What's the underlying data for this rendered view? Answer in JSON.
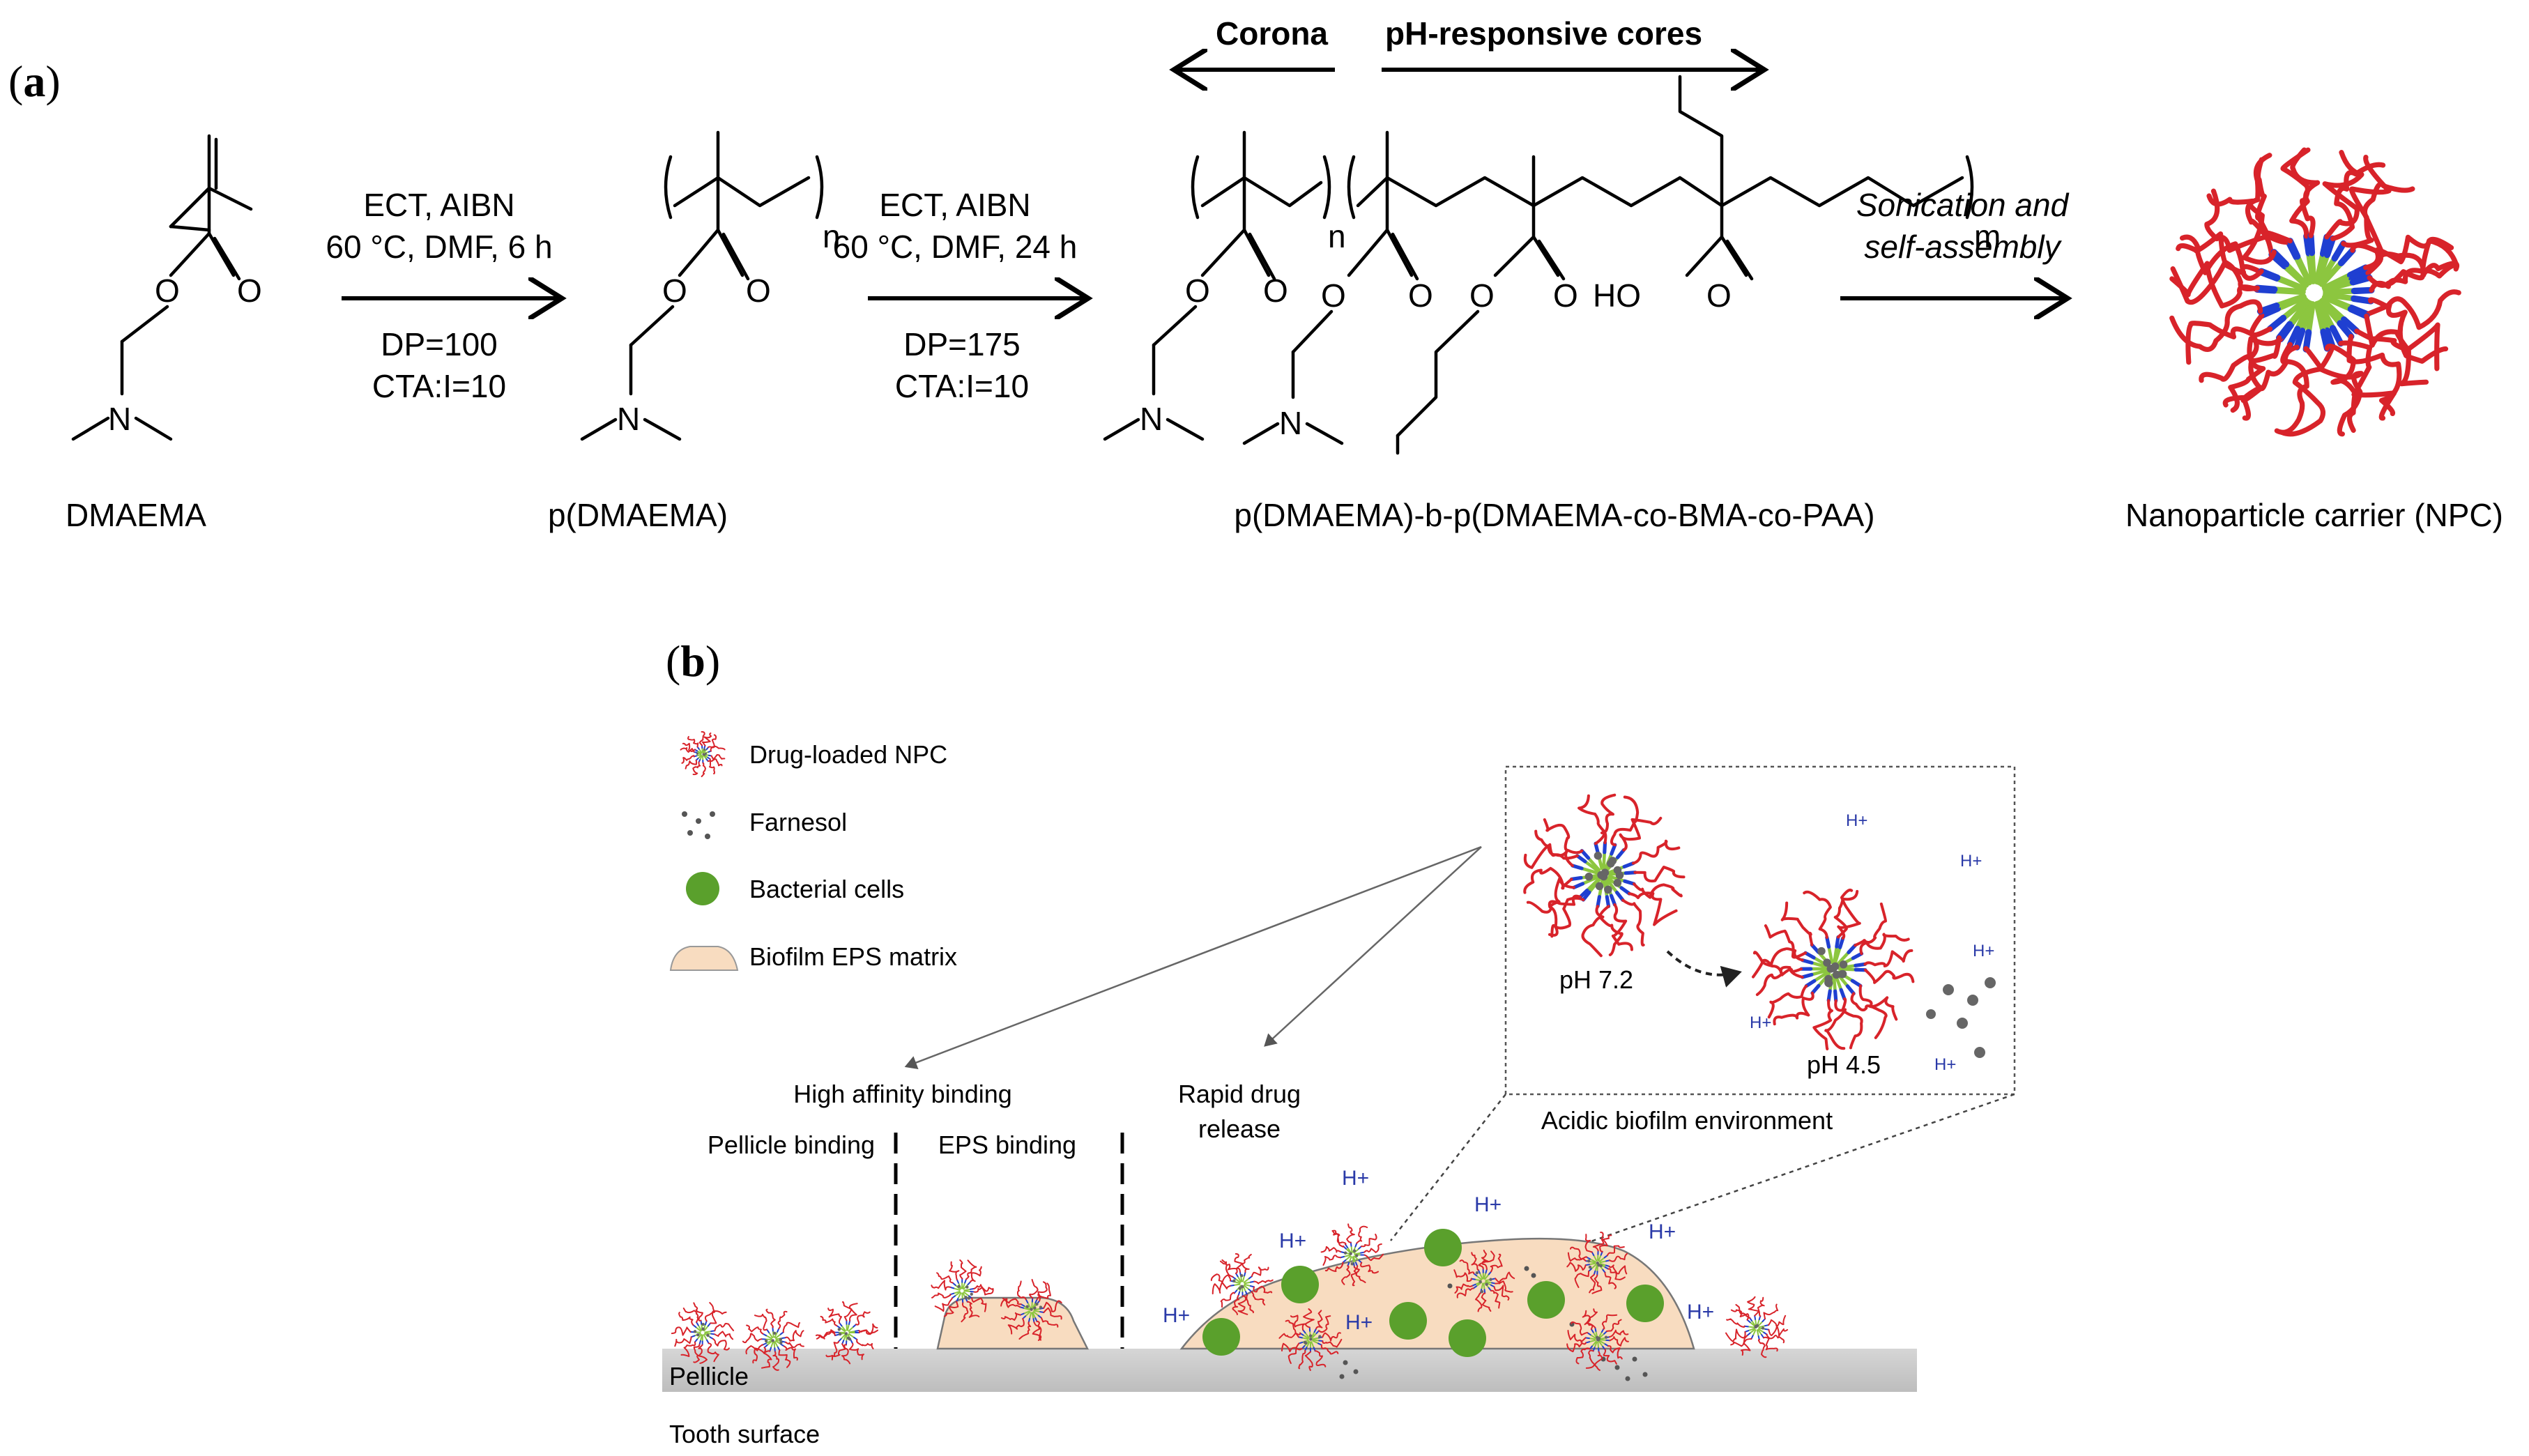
{
  "panel_a": {
    "tag_open": "(",
    "tag_letter": "a",
    "tag_close": ")",
    "corona_label": "Corona",
    "cores_label": "pH-responsive cores",
    "step1": {
      "line1": "ECT, AIBN",
      "line2": "60 °C, DMF, 6 h",
      "line3": "DP=100",
      "line4": "CTA:I=10"
    },
    "step2": {
      "line1": "ECT, AIBN",
      "line2": "60 °C, DMF, 24 h",
      "line3": "DP=175",
      "line4": "CTA:I=10"
    },
    "step3": {
      "line1": "Sonication and",
      "line2": "self-assembly"
    },
    "compounds": {
      "monomer": "DMAEMA",
      "homopolymer": "p(DMAEMA)",
      "copolymer": "p(DMAEMA)-b-p(DMAEMA-co-BMA-co-PAA)",
      "nanoparticle": "Nanoparticle carrier (NPC)"
    },
    "atoms": {
      "O": "O",
      "N": "N",
      "HO": "HO",
      "n": "n",
      "m": "m"
    }
  },
  "panel_b": {
    "tag_open": "(",
    "tag_letter": "b",
    "tag_close": ")",
    "legend": [
      {
        "label": "Drug-loaded NPC",
        "icon": "npc-icon"
      },
      {
        "label": "Farnesol",
        "icon": "farnesol-dots-icon"
      },
      {
        "label": "Bacterial cells",
        "icon": "bacterial-cell-icon"
      },
      {
        "label": "Biofilm EPS matrix",
        "icon": "eps-matrix-icon"
      }
    ],
    "labels": {
      "high_affinity": "High affinity binding",
      "pellicle_binding": "Pellicle binding",
      "eps_binding": "EPS binding",
      "rapid_line1": "Rapid drug",
      "rapid_line2": "release",
      "pellicle": "Pellicle",
      "tooth_surface": "Tooth surface",
      "ph_neutral": "pH 7.2",
      "ph_acidic": "pH 4.5",
      "acidic_env": "Acidic biofilm environment",
      "hplus": "H+"
    }
  },
  "colors": {
    "corona_red": "#d8232a",
    "core_green": "#8cc63f",
    "core_blue": "#1f3fd1",
    "bacteria_green": "#5aa02c",
    "eps_fill": "#f8dcc0",
    "surface_gray": "#cfcfcf",
    "hplus_blue": "#2a3aa8"
  }
}
